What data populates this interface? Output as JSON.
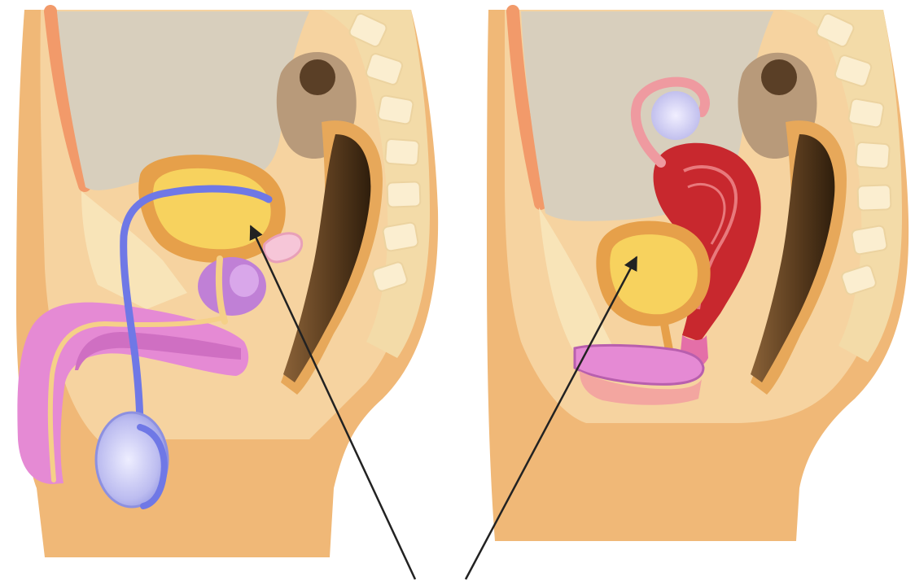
{
  "figure": {
    "panels": [
      {
        "id": "male-pelvis-cross-section"
      },
      {
        "id": "female-pelvis-cross-section"
      }
    ],
    "pointer_arrows": [
      {
        "target": "male-bladder"
      },
      {
        "target": "female-bladder"
      }
    ]
  },
  "colors": {
    "background": "#ffffff",
    "skin": "#f0b877",
    "skin_light": "#f6d3a0",
    "pale_tissue": "#f8e4b8",
    "abdominal_cavity": "#d8cfbd",
    "spine": "#f3dba8",
    "vertebra": "#fbeed0",
    "bowel_wall": "#b89a7a",
    "rectum": "#6e4e2e",
    "rectum_dark": "#3f2a15",
    "bladder_wall": "#e6a04a",
    "bladder": "#f7d25e",
    "prostate": "#c080d6",
    "penis": "#e58ad4",
    "vas_deferens": "#6f78e6",
    "testis": "#c7c7f5",
    "uterus": "#c8282e",
    "ovary": "#cfcaf2",
    "fallopian_tube": "#ef9aa0",
    "arrow": "#222222"
  }
}
